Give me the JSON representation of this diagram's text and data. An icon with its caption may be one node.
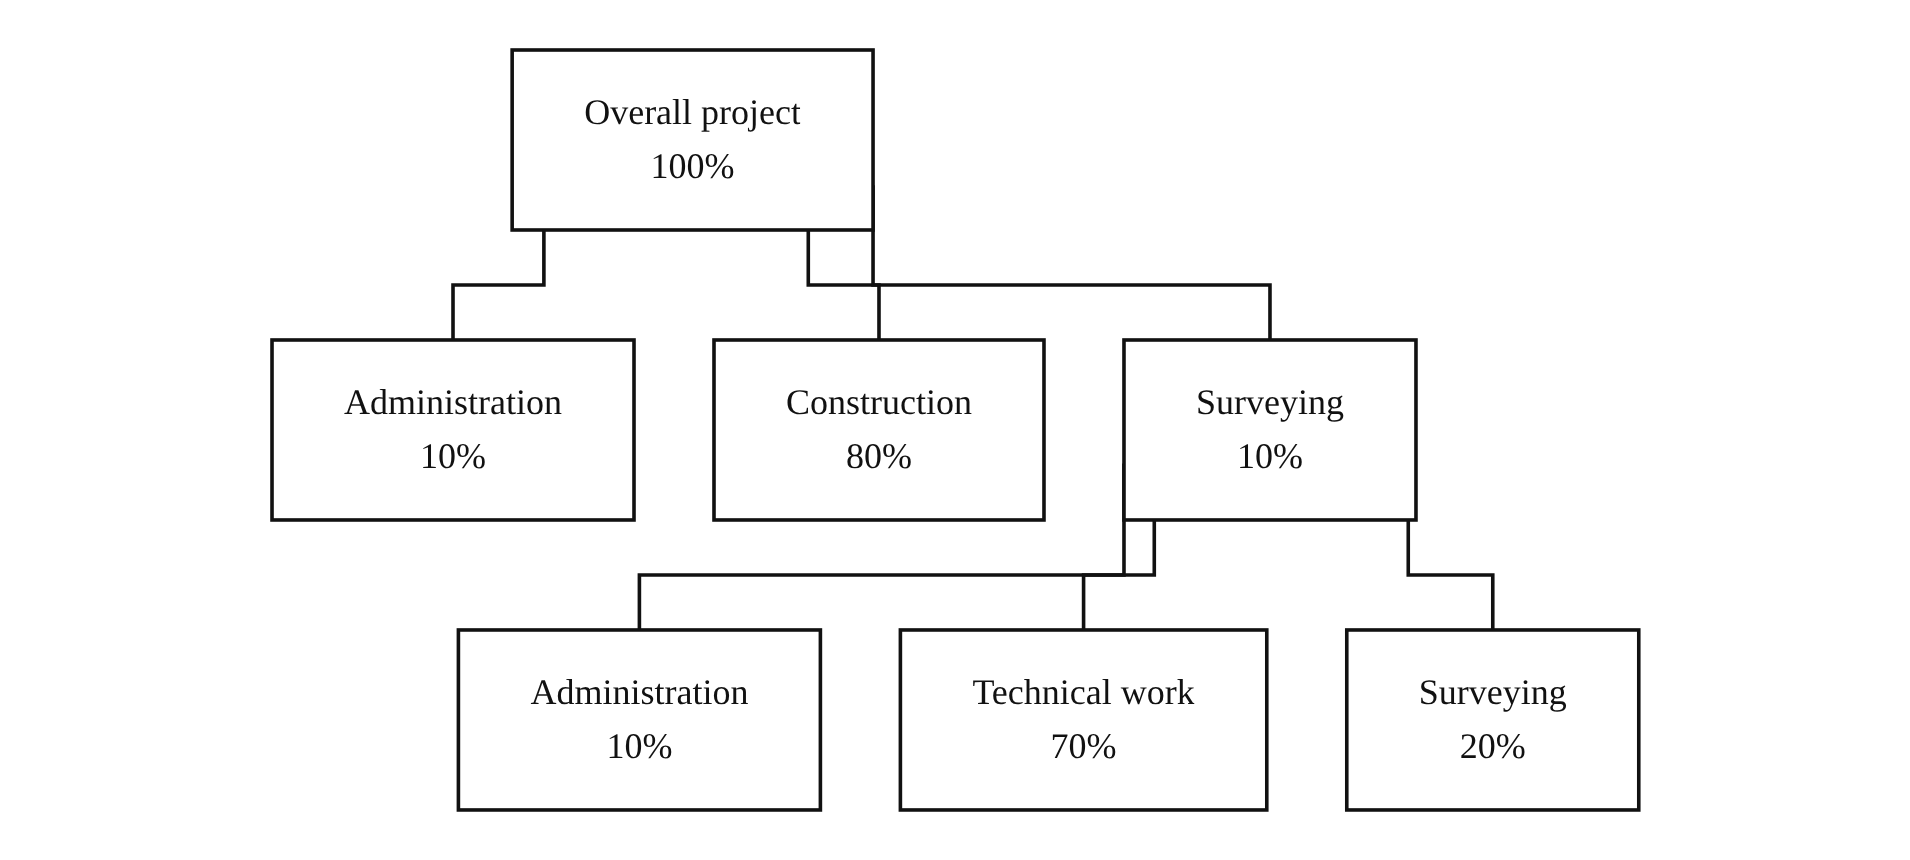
{
  "diagram": {
    "nodes": [
      {
        "text": [
          "Overall project",
          "100%"
        ]
      },
      {
        "text": [
          "Administration",
          "10%"
        ]
      },
      {
        "text": [
          "Construction",
          "80%"
        ]
      },
      {
        "text": [
          "Surveying",
          "10%"
        ]
      },
      {
        "text": [
          "Administration",
          "10%"
        ]
      },
      {
        "text": [
          "Technical work",
          "70%"
        ]
      },
      {
        "text": [
          "Surveying",
          "20%"
        ]
      }
    ],
    "edges": [
      {
        "from": 0,
        "to": 1,
        "arrow": "none"
      },
      {
        "from": 0,
        "to": 2,
        "arrow": "none"
      },
      {
        "from": 0,
        "to": 3,
        "arrow": "none"
      },
      {
        "from": 3,
        "to": 4,
        "arrow": "none"
      },
      {
        "from": 3,
        "to": 5,
        "arrow": "none"
      },
      {
        "from": 3,
        "to": 6,
        "arrow": "none"
      }
    ]
  }
}
